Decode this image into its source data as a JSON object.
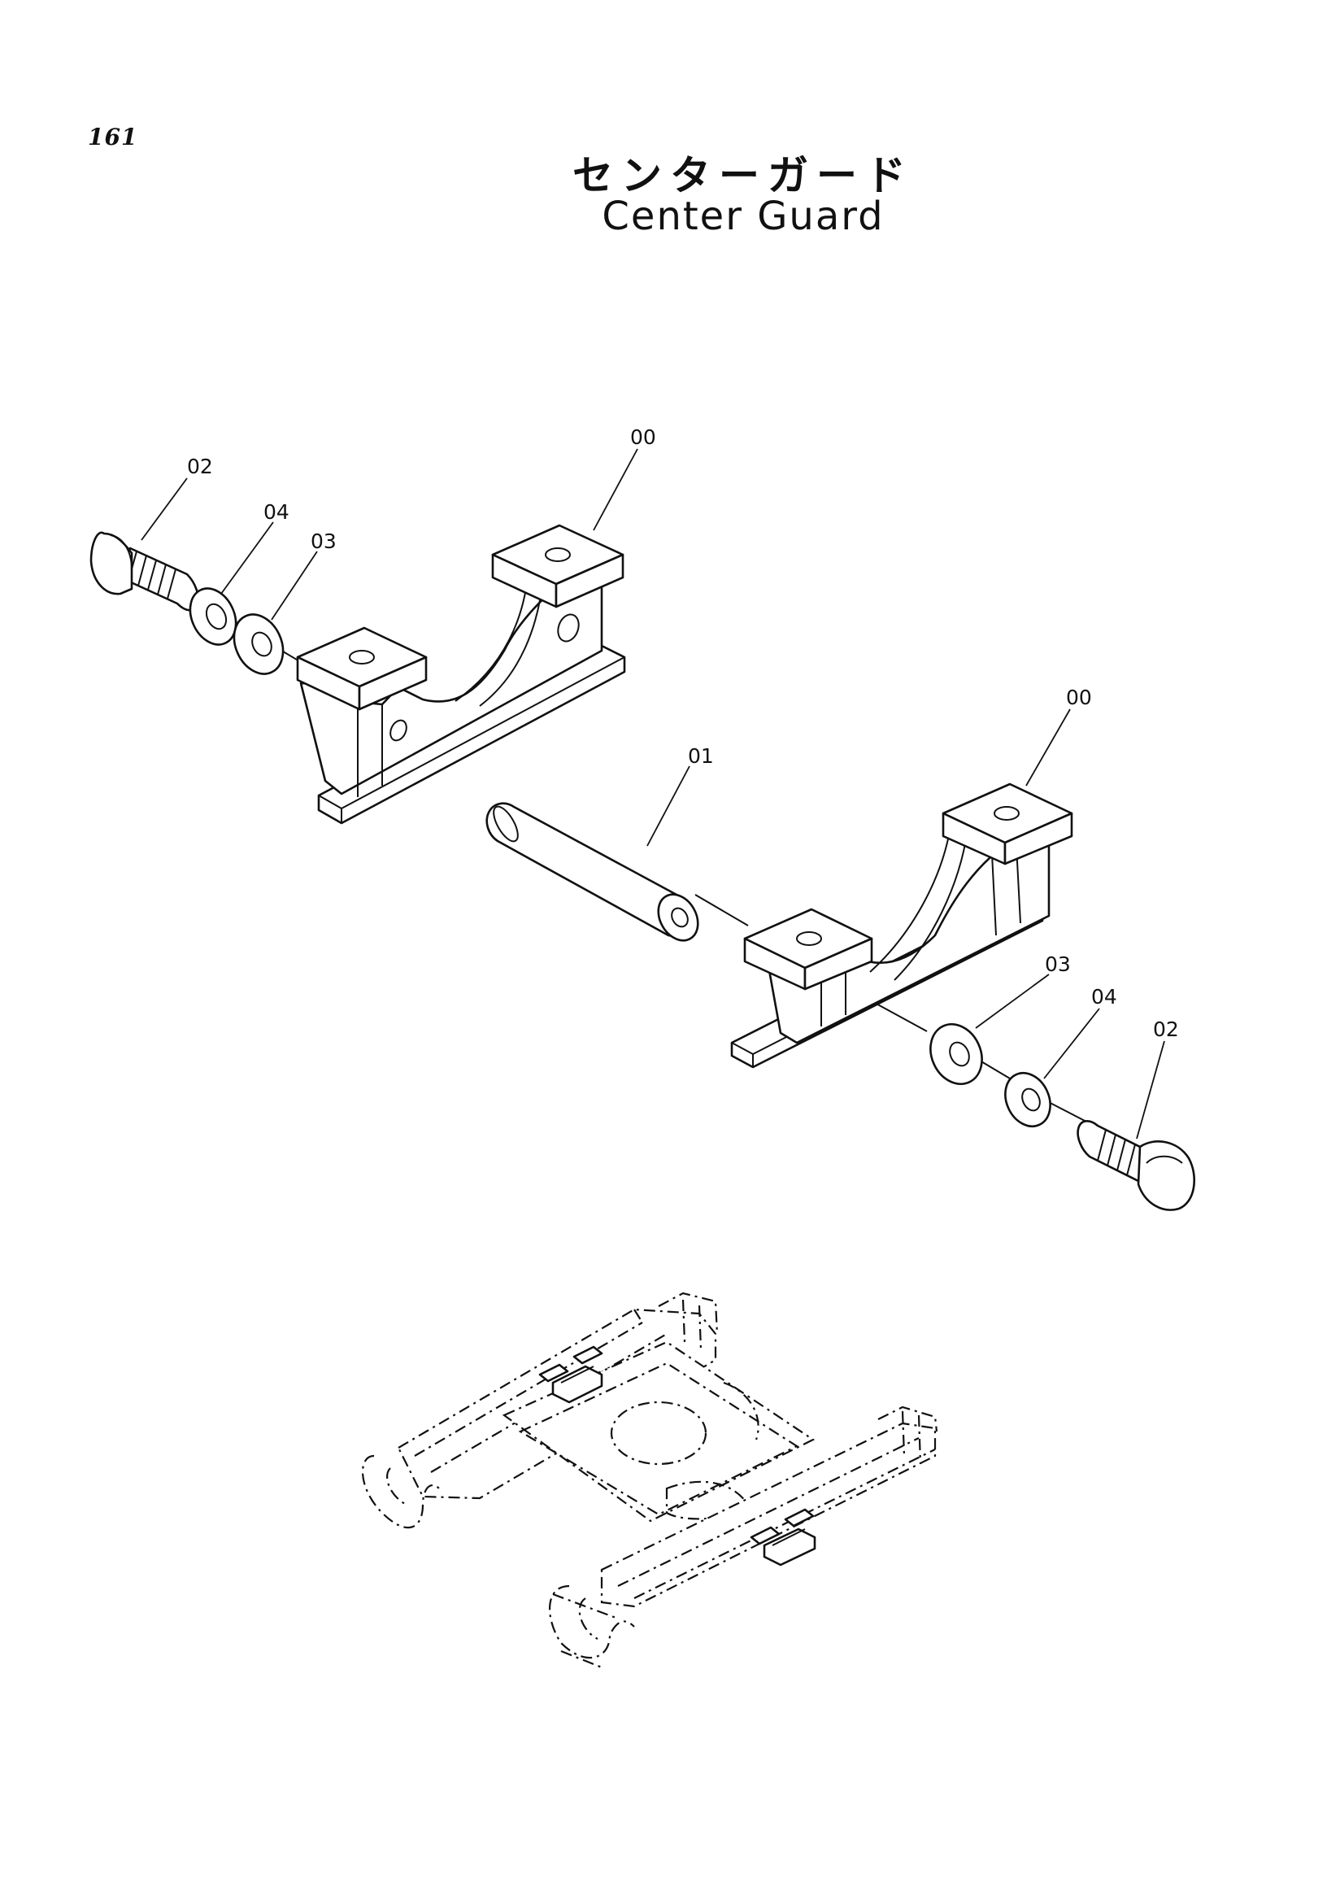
{
  "page": {
    "number": "161",
    "title_jp": "センターガード",
    "title_en": "Center Guard"
  },
  "callouts": {
    "guard_upper": "00",
    "guard_lower": "00",
    "pin": "01",
    "bolt_left": "02",
    "bolt_right": "02",
    "washer_left": "03",
    "washer_right": "03",
    "lockwasher_left": "04",
    "lockwasher_right": "04"
  }
}
